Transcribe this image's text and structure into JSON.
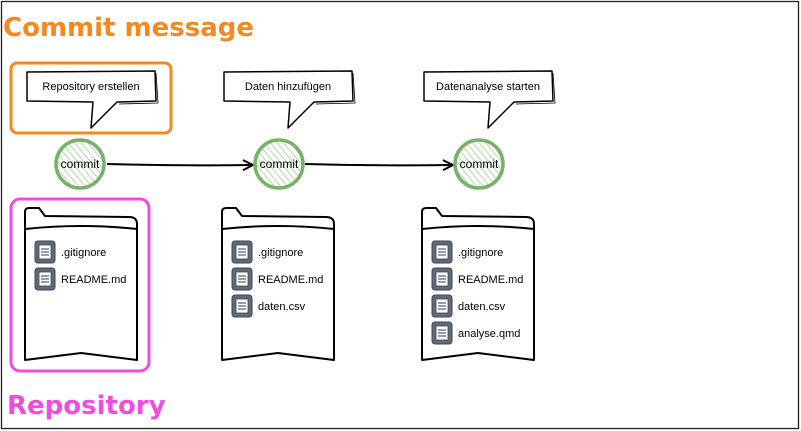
{
  "labels": {
    "commit_message": "Commit message",
    "repository": "Repository"
  },
  "colors": {
    "commit_message": "#f5881f",
    "repository": "#f04ce0",
    "commit_circle": "#77b26a",
    "file_icon": "#5f6b78"
  },
  "commits": [
    {
      "message": "Repository erstellen",
      "label": "commit",
      "files": [
        ".gitignore",
        "README.md"
      ]
    },
    {
      "message": "Daten hinzufügen",
      "label": "commit",
      "files": [
        ".gitignore",
        "README.md",
        "daten.csv"
      ]
    },
    {
      "message": "Datenanalyse starten",
      "label": "commit",
      "files": [
        ".gitignore",
        "README.md",
        "daten.csv",
        "analyse.qmd"
      ]
    }
  ],
  "icons": {
    "commit_node": "commit-circle-icon",
    "folder": "folder-icon",
    "file": "file-document-icon"
  }
}
